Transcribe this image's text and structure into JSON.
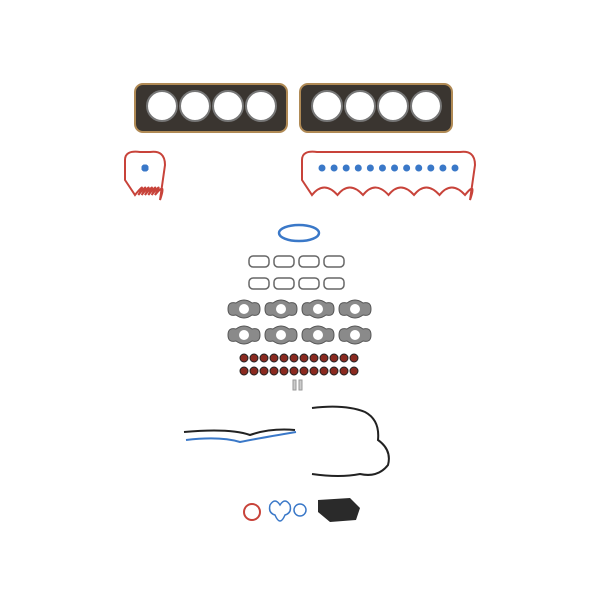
{
  "product": {
    "colors": {
      "head_gasket": "#3a3530",
      "head_gasket_edge": "#b08a55",
      "valve_cover": "#c8433a",
      "blue_seal": "#3a78c8",
      "grey_gasket": "#8a8a8a",
      "stem_seal": "#8a2a20",
      "dark": "#222222"
    },
    "counts": {
      "head_gaskets": 2,
      "valve_cover_gaskets": 2,
      "intake_gaskets": 8,
      "exhaust_gaskets": 8,
      "valve_stem_seals": 24
    }
  }
}
